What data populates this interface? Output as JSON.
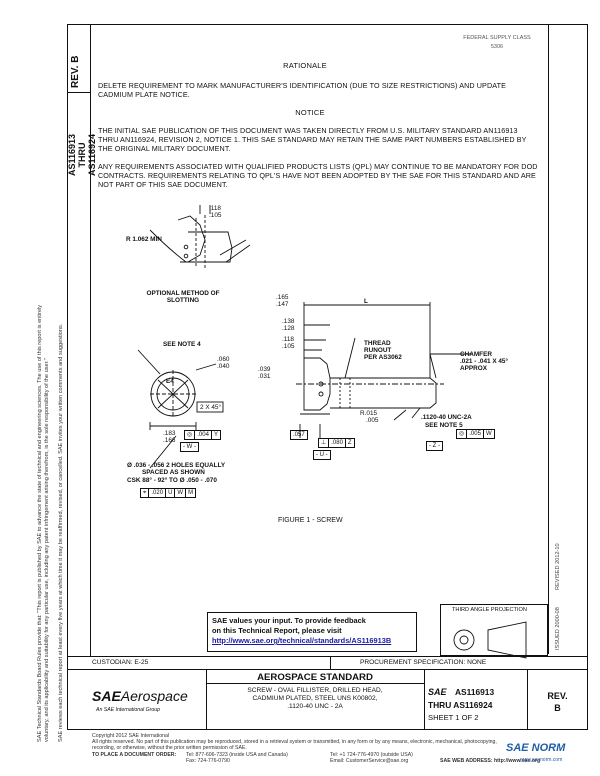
{
  "left_notes": {
    "line1": "SAE Technical Standards Board Rules provide that: \"This report is published by SAE to advance the state of technical and engineering sciences. The use of this report is entirely",
    "line2": "voluntary, and its applicability and suitability for any particular use, including any patent infringement arising therefrom, is the sole responsibility of the user.\"",
    "line3": "SAE reviews each technical report at least every five years at which time it may be reaffirmed, revised, or cancelled. SAE invites your written comments and suggestions."
  },
  "header": {
    "doc_number": "AS116913",
    "thru": "THRU",
    "doc_number_end": "AS116924",
    "rev_label": "REV.",
    "rev_value": "B",
    "stamp_line1": "FEDERAL SUPPLY CLASS",
    "stamp_line2": "5306"
  },
  "body": {
    "rationale_title": "RATIONALE",
    "rationale_text": "DELETE REQUIREMENT TO MARK MANUFACTURER'S IDENTIFICATION (DUE TO SIZE RESTRICTIONS) AND UPDATE CADMIUM PLATE NOTICE.",
    "notice_title": "NOTICE",
    "notice_text1": "THE INITIAL SAE PUBLICATION OF THIS DOCUMENT WAS TAKEN DIRECTLY FROM U.S. MILITARY STANDARD AN116913 THRU AN116924, REVISION 2, NOTICE 1. THIS SAE STANDARD MAY RETAIN THE SAME PART NUMBERS ESTABLISHED BY THE ORIGINAL MILITARY DOCUMENT.",
    "notice_text2": "ANY REQUIREMENTS ASSOCIATED WITH QUALIFIED PRODUCTS LISTS (QPL) MAY CONTINUE TO BE MANDATORY FOR DOD CONTRACTS. REQUIREMENTS RELATING TO QPL'S HAVE NOT BEEN ADOPTED BY THE SAE FOR THIS STANDARD AND ARE NOT PART OF THIS SAE DOCUMENT."
  },
  "drawing": {
    "slot_dim_1": ".118",
    "slot_dim_2": ".105",
    "radius_label": "R 1.062 MIN",
    "slotting_caption_1": "OPTIONAL METHOD OF",
    "slotting_caption_2": "SLOTTING",
    "see_note_4": "SEE NOTE 4",
    "e4": "E4",
    "dim_060": ".060",
    "dim_040": ".040",
    "chamfer_small": "2 X 45°",
    "dim_183": ".183",
    "dim_166": ".166",
    "fc_004": ".004",
    "datum_y": "Y",
    "datum_w_box": "- W -",
    "holes_note_1": "Ø .036 - .056  2 HOLES EQUALLY",
    "holes_note_2": "SPACED AS SHOWN",
    "csk_note": "CSK 88° - 92° TO  Ø .050 - .070",
    "fc_020": ".020",
    "datum_u": "U",
    "datum_w": "W",
    "datum_m": "M",
    "dim_165": ".165",
    "dim_147": ".147",
    "dim_138": ".138",
    "dim_128": ".128",
    "dim_118b": ".118",
    "dim_105b": ".105",
    "dim_039": ".039",
    "dim_031": ".031",
    "L_label": "L",
    "thread_runout_1": "THREAD",
    "thread_runout_2": "RUNOUT",
    "thread_runout_3": "PER AS3062",
    "chamfer_1": "CHAMFER",
    "chamfer_2": ".021 - .041 X 45°",
    "chamfer_3": "APPROX",
    "dim_r015": "R.015",
    "dim_005": ".005",
    "dim_057": ".057",
    "fc_perp_value": ".080",
    "datum_z": "Z",
    "datum_u_box": "- U -",
    "thread_spec": ".1120-40 UNC-2A",
    "see_note_5": "SEE NOTE 5",
    "fc_005": ".005",
    "datum_z_box": "- Z -",
    "figure_caption": "FIGURE 1 - SCREW"
  },
  "feedback": {
    "line1": "SAE values your input. To provide feedback",
    "line2": "on this Technical Report, please visit",
    "link": "http://www.sae.org/technical/standards/AS116913B"
  },
  "right_strip": {
    "revised": "REVISED 2012-10",
    "issued": "ISSUED 2000-08"
  },
  "projection": {
    "label": "THIRD ANGLE PROJECTION"
  },
  "title_block": {
    "custodian": "CUSTODIAN: E-25",
    "procurement": "PROCUREMENT SPECIFICATION: NONE",
    "brand_sae": "SAE",
    "brand_aero": "Aerospace",
    "brand_sub": "An SAE International Group",
    "standard_title": "AEROSPACE STANDARD",
    "desc_1": "SCREW - OVAL FILLISTER, DRILLED HEAD,",
    "desc_2": "CADMIUM PLATED, STEEL UNS K00802,",
    "desc_3": ".1120-40 UNC - 2A",
    "sae_label": "SAE",
    "num_1": "AS116913",
    "num_thru": "THRU AS116924",
    "sheet": "SHEET 1 OF 2",
    "rev_label": "REV.",
    "rev_value": "B"
  },
  "footer": {
    "copyright": "Copyright 2012 SAE International",
    "rights": "All rights reserved. No part of this publication may be reproduced, stored in a retrieval system or transmitted, in any form or by any means, electronic, mechanical, photocopying,",
    "rights2": "recording, or otherwise, without the prior written permission of SAE.",
    "order_label": "TO PLACE A DOCUMENT ORDER:",
    "tel": "Tel:   877-606-7323 (inside USA and Canada)",
    "tel2": "Tel:   +1 724-776-4970 (outside USA)",
    "fax": "Fax:   724-776-0790",
    "email": "Email: CustomerService@sae.org",
    "web": "SAE WEB ADDRESS:  http://www.sae.org",
    "watermark": "SAE NORM",
    "watermark_sub": "www.saenorm.com"
  }
}
